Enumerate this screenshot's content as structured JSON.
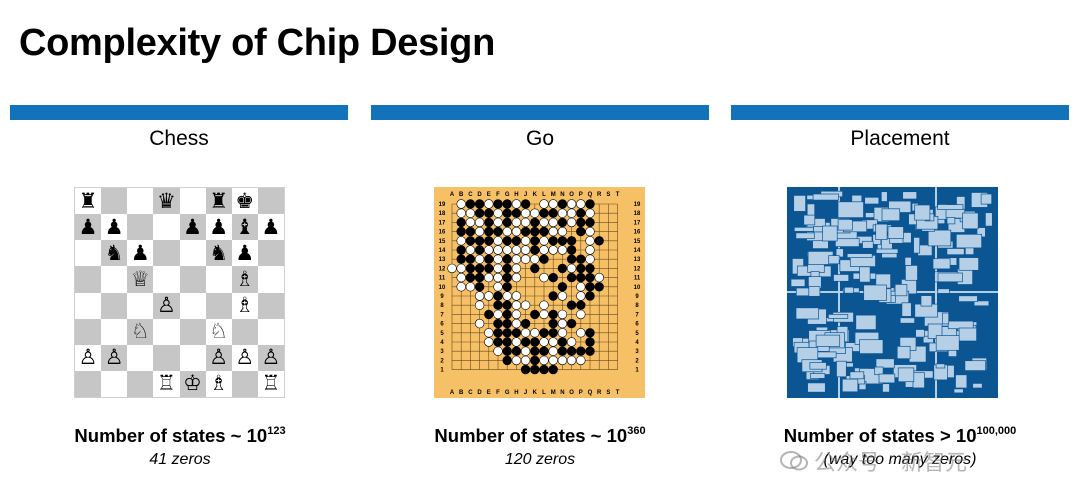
{
  "slide": {
    "title": "Complexity of Chip Design"
  },
  "columns": [
    {
      "id": "chess",
      "heading": "Chess",
      "states_label": "Number of states ~ 10",
      "exponent": "123",
      "note": "41 zeros"
    },
    {
      "id": "go",
      "heading": "Go",
      "states_label": "Number of states ~ 10",
      "exponent": "360",
      "note": "120 zeros"
    },
    {
      "id": "placement",
      "heading": "Placement",
      "states_label": "Number of states > 10",
      "exponent": "100,000",
      "note": "(way too many zeros)"
    }
  ],
  "chess": {
    "rows": [
      [
        "♜",
        "",
        "",
        "♛",
        "",
        "♜",
        "♚",
        ""
      ],
      [
        "♟",
        "♟",
        "",
        "",
        "♟",
        "♟",
        "♝",
        "♟"
      ],
      [
        "",
        "♞",
        "♟",
        "",
        "",
        "♞",
        "♟",
        ""
      ],
      [
        "",
        "",
        "♕",
        "",
        "",
        "",
        "♗",
        ""
      ],
      [
        "",
        "",
        "",
        "",
        "",
        "",
        "♙",
        ""
      ],
      [
        "",
        "",
        "",
        "♙",
        "",
        "",
        "♗",
        ""
      ],
      [
        "",
        "",
        "♘",
        "",
        "",
        "♘",
        "",
        ""
      ],
      [
        "♙",
        "♙",
        "",
        "",
        "",
        "♙",
        "♙",
        "♙"
      ],
      [
        "",
        "",
        "",
        "♖",
        "♔",
        "♗",
        "",
        "♖"
      ]
    ]
  },
  "go": {
    "columns": [
      "A",
      "B",
      "C",
      "D",
      "E",
      "F",
      "G",
      "H",
      "J",
      "K",
      "L",
      "M",
      "N",
      "O",
      "P",
      "Q",
      "R",
      "S",
      "T"
    ],
    "rows": [
      "19",
      "18",
      "17",
      "16",
      "15",
      "14",
      "13",
      "12",
      "11",
      "10",
      "9",
      "8",
      "7",
      "6",
      "5",
      "4",
      "3",
      "2",
      "1"
    ]
  },
  "watermark": {
    "text": "公众号 · 新智元"
  },
  "colors": {
    "bar": "#1273ba",
    "go_board": "#f6c067",
    "placement_bg": "#0b5593",
    "placement_block": "#b4cfe6"
  }
}
